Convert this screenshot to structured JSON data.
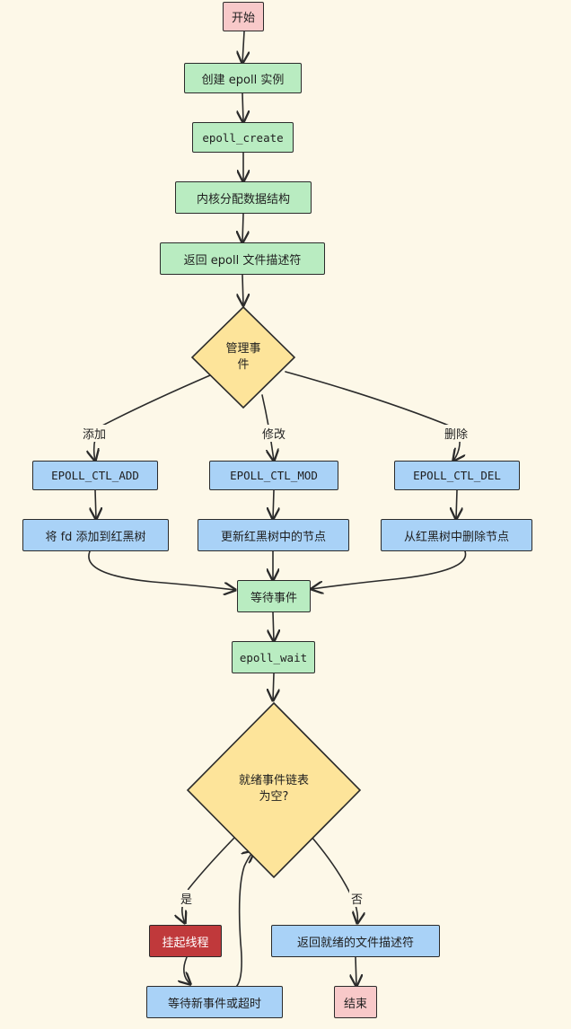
{
  "nodes": {
    "start": "开始",
    "create_instance": "创建 epoll 实例",
    "epoll_create": "epoll_create",
    "kernel_alloc": "内核分配数据结构",
    "return_fd": "返回 epoll 文件描述符",
    "manage_line1": "管理事",
    "manage_line2": "件",
    "ctl_add": "EPOLL_CTL_ADD",
    "ctl_mod": "EPOLL_CTL_MOD",
    "ctl_del": "EPOLL_CTL_DEL",
    "add_fd": "将 fd 添加到红黑树",
    "update_node": "更新红黑树中的节点",
    "delete_node": "从红黑树中删除节点",
    "wait_event": "等待事件",
    "epoll_wait": "epoll_wait",
    "ready_line1": "就绪事件链表",
    "ready_line2": "为空?",
    "suspend": "挂起线程",
    "wait_new": "等待新事件或超时",
    "return_ready": "返回就绪的文件描述符",
    "end": "结束"
  },
  "edges": {
    "add": "添加",
    "modify": "修改",
    "delete": "删除",
    "yes": "是",
    "no": "否"
  },
  "colors": {
    "pink": "#f8c9c9",
    "green": "#b9ecc1",
    "blue": "#a9d2f7",
    "red": "#c0393b",
    "yellow": "#fde49a",
    "background": "#fdf8e8"
  }
}
